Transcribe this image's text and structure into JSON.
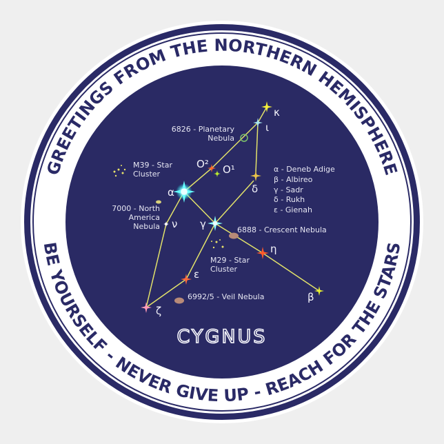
{
  "sticker": {
    "top_text": "GREETINGS FROM THE NORTHERN HEMISPHERE",
    "bottom_text": "BE YOURSELF - NEVER GIVE UP - REACH FOR THE STARS",
    "title": "CYGNUS",
    "colors": {
      "navy": "#2a2a66",
      "white": "#ffffff",
      "background": "#efefef",
      "constellation_line": "#e3e36a"
    }
  },
  "stars": {
    "kappa": "κ",
    "iota": "ι",
    "omicron2": "O²",
    "omicron1": "O¹",
    "delta": "δ",
    "alpha": "α",
    "nu": "ν",
    "gamma": "γ",
    "eta": "η",
    "epsilon": "ε",
    "beta": "β",
    "zeta": "ζ"
  },
  "objects": {
    "planetary_nebula": [
      "6826 - Planetary",
      "Nebula"
    ],
    "m39": [
      "M39 - Star",
      "Cluster"
    ],
    "north_america": [
      "7000 - North",
      "America",
      "Nebula"
    ],
    "crescent": "6888 - Crescent Nebula",
    "m29": [
      "M29 - Star",
      "Cluster"
    ],
    "veil": "6992/5 - Veil Nebula"
  },
  "legend": [
    "α - Deneb Adige",
    "β - Albireo",
    "γ  - Sadr",
    "δ - Rukh",
    "ε - Gienah"
  ]
}
